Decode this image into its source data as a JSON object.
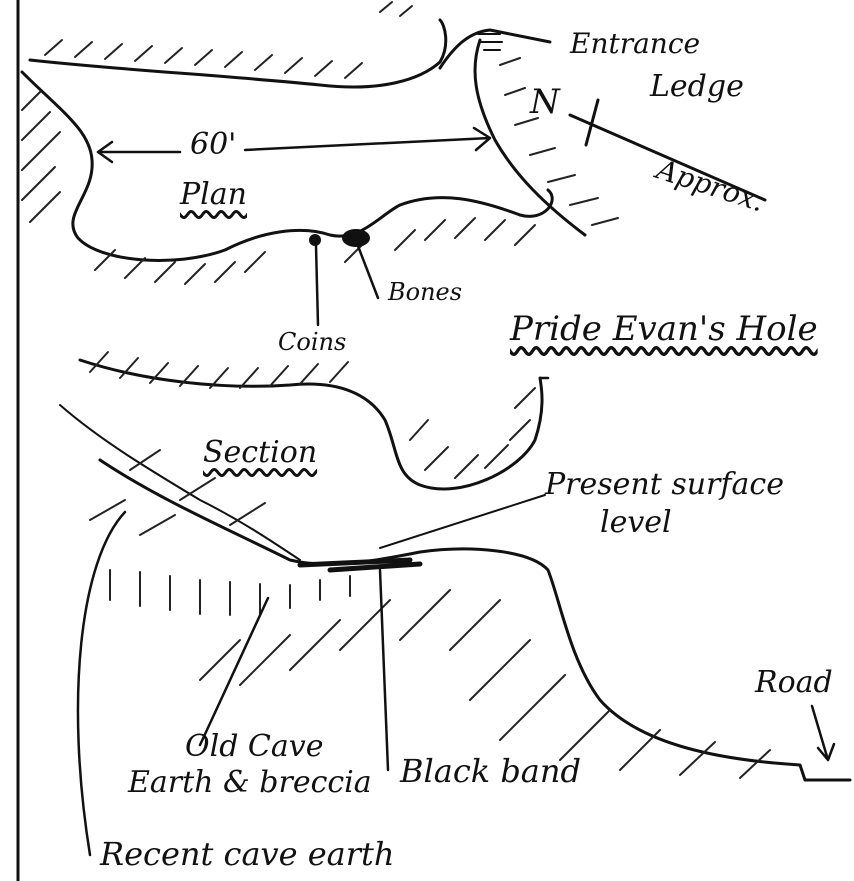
{
  "title": "Pride Evan's Hole",
  "plan": {
    "label": "Plan",
    "distance": "60'",
    "entrance": "Entrance",
    "ledge": "Ledge",
    "north": "N",
    "approx": "Approx.",
    "coins": "Coins",
    "bones": "Bones"
  },
  "section": {
    "label": "Section",
    "present_surface": [
      "Present surface",
      "level"
    ],
    "old_cave": [
      "Old Cave",
      "Earth & breccia"
    ],
    "black_band": "Black band",
    "road": "Road",
    "recent_cave_earth": "Recent cave earth"
  },
  "colors": {
    "ink": "#111111",
    "paper": "#ffffff"
  }
}
